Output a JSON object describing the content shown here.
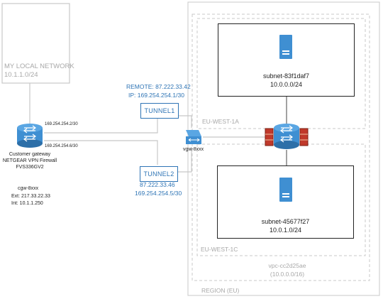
{
  "local_network": {
    "title": "MY LOCAL NETWORK",
    "cidr": "10.1.1.0/24"
  },
  "customer_gateway": {
    "caption": [
      "Customer gateway",
      "NETGEAR VPN Firewall",
      "FVS336GV2"
    ],
    "link1_ip": "169.254.254.2/30",
    "link2_ip": "169.254.254.6/30",
    "id": "cgw-8xxx",
    "ext": "Ext: 217.33.22.33",
    "int": "Int: 10.1.1.250"
  },
  "tunnel1": {
    "label": "TUNNEL1",
    "remote": "REMOTE: 87.222.33.42",
    "ip": "IP: 169.254.254.1/30"
  },
  "tunnel2": {
    "label": "TUNNEL2",
    "remote": "87.222.33.46",
    "ip": "169.254.254.5/30"
  },
  "vgw": {
    "label": "vgw-8xxx"
  },
  "zones": {
    "a": "EU-WEST-1A",
    "c": "EU-WEST-1C"
  },
  "subnets": [
    {
      "name": "subnet-83f1daf7",
      "cidr": "10.0.0.0/24"
    },
    {
      "name": "subnet-45677f27",
      "cidr": "10.0.1.0/24"
    }
  ],
  "vpc": {
    "id": "vpc-cc2d25ae",
    "cidr": "(10.0.0.0/16)"
  },
  "region": {
    "label": "REGION (EU)"
  },
  "colors": {
    "line_gray": "#c8c8c8",
    "accent_blue": "#2e74b5",
    "icon_blue": "#3f8fd2",
    "firewall": "#c0392b"
  }
}
